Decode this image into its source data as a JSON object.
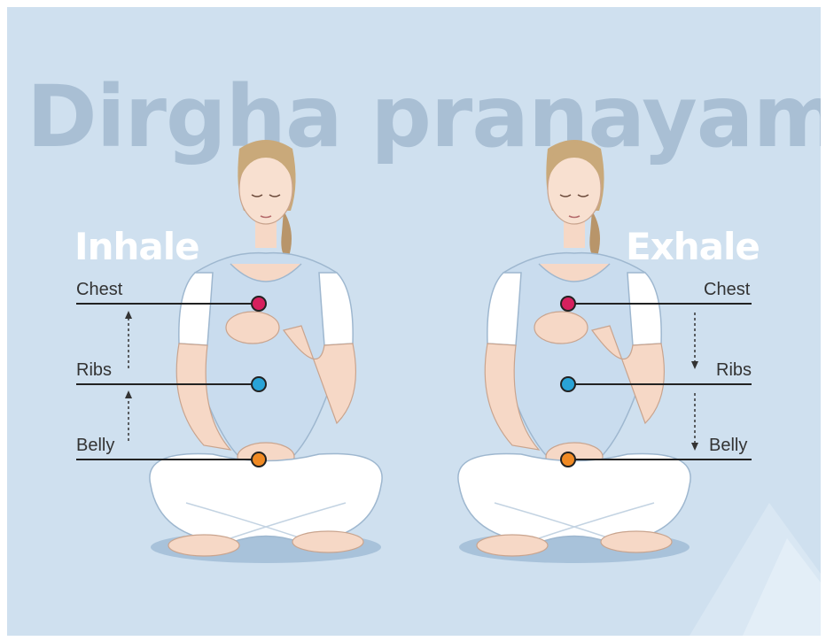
{
  "title": "Dirgha pranayama",
  "inhale": {
    "heading": "Inhale",
    "levels": [
      "Chest",
      "Ribs",
      "Belly"
    ]
  },
  "exhale": {
    "heading": "Exhale",
    "levels": [
      "Chest",
      "Ribs",
      "Belly"
    ]
  },
  "colors": {
    "background": "#cfe0ef",
    "chest_point": "#d6205e",
    "ribs_point": "#29a3d6",
    "belly_point": "#f08a24",
    "title": "#a9bfd4"
  }
}
